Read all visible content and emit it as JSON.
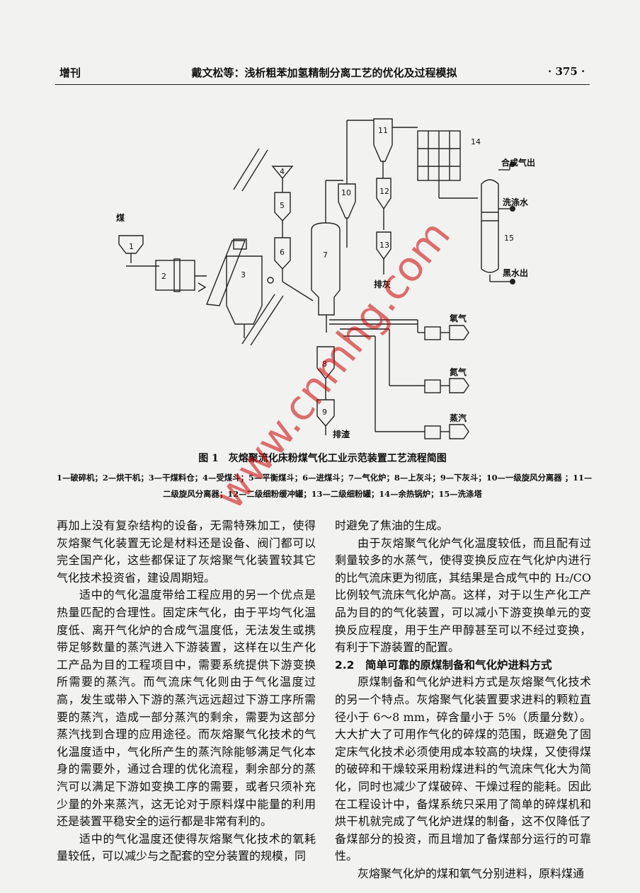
{
  "header": {
    "left": "增刊",
    "center": "戴文松等：浅析粗苯加氢精制分离工艺的优化及过程模拟",
    "right": "· 375 ·"
  },
  "figure": {
    "labels": {
      "coal": "煤",
      "syngas_out": "合成气出",
      "wash_water": "洗涤水",
      "black_water_out": "黑水出",
      "ash_discharge": "排灰",
      "slag_discharge": "排渣",
      "oxygen": "氧气",
      "nitrogen": "氮气",
      "steam": "蒸汽"
    },
    "numbers": [
      "1",
      "2",
      "3",
      "4",
      "5",
      "6",
      "7",
      "8",
      "9",
      "10",
      "11",
      "12",
      "13",
      "14",
      "15"
    ],
    "caption": "图 1　灰熔聚流化床粉煤气化工业示范装置工艺流程简图",
    "legend_line1": "1—破碎机；2—烘干机；3—干煤料仓；4—受煤斗；5—平衡煤斗；6—进煤斗；7—气化炉；8—上灰斗；9—下灰斗；10—一级旋风分离器 ；11—",
    "legend_line2": "二级旋风分离器；12—二级细粉缓冲罐；13—二级细粉罐；14—余热锅炉；15—洗涤塔"
  },
  "left_column": [
    {
      "indent": false,
      "text": "再加上没有复杂结构的设备，无需特殊加工，使得灰熔聚气化装置无论是材料还是设备、阀门都可以完全国产化，这些都保证了灰熔聚气化装置较其它气化技术投资省，建设周期短。"
    },
    {
      "indent": true,
      "text": "适中的气化温度带给工程应用的另一个优点是热量匹配的合理性。固定床气化，由于平均气化温度低、离开气化炉的合成气温度低，无法发生或携带足够数量的蒸汽进入下游装置，这样在以生产化工产品为目的工程项目中，需要系统提供下游变换所需要的蒸汽。而气流床气化则由于气化温度过高，发生或带入下游的蒸汽远远超过下游工序所需要的蒸汽，造成一部分蒸汽的剩余，需要为这部分蒸汽找到合理的应用途径。而灰熔聚气化技术的气化温度适中，气化所产生的蒸汽除能够满足气化本身的需要外，通过合理的优化流程，剩余部分的蒸汽可以满足下游如变换工序的需要，或者只须补充少量的外来蒸汽，这无论对于原料煤中能量的利用还是装置平稳安全的运行都是非常有利的。"
    },
    {
      "indent": true,
      "text": "适中的气化温度还使得灰熔聚气化技术的氧耗量较低，可以减少与之配套的空分装置的规模，同"
    }
  ],
  "right_column": [
    {
      "indent": false,
      "text": "时避免了焦油的生成。"
    },
    {
      "indent": true,
      "text": "由于灰熔聚气化炉气化温度较低，而且配有过剩量较多的水蒸气，使得变换反应在气化炉内进行的比气流床更为彻底，其结果是合成气中的 H₂/CO 比例较气流床气化炉高。这样，对于以生产化工产品为目的的气化装置，可以减小下游变换单元的变换反应程度，用于生产甲醇甚至可以不经过变换，有利于下游装置的配置。"
    }
  ],
  "section": "2.2　简单可靠的原煤制备和气化炉进料方式",
  "right_column_2": [
    {
      "indent": true,
      "text": "原煤制备和气化炉进料方式是灰熔聚气化技术的另一个特点。灰熔聚气化装置要求进料的颗粒直径小于 6～8 mm，碎含量小于 5%（质量分数）。大大扩大了可用作气化的碎煤的范围，既避免了固定床气化技术必须使用成本较高的块煤，又使得煤的破碎和干燥较采用粉煤进料的气流床气化大为简化，同时也减少了煤破碎、干燥过程的能耗。因此在工程设计中，备煤系统只采用了简单的碎煤机和烘干机就完成了气化炉进煤的制备，这不仅降低了备煤部分的投资，而且增加了备煤部分运行的可靠性。"
    },
    {
      "indent": true,
      "text": "灰熔聚气化炉的煤和氧气分别进料，原料煤通"
    }
  ],
  "watermark": "www.cnmhg.com"
}
